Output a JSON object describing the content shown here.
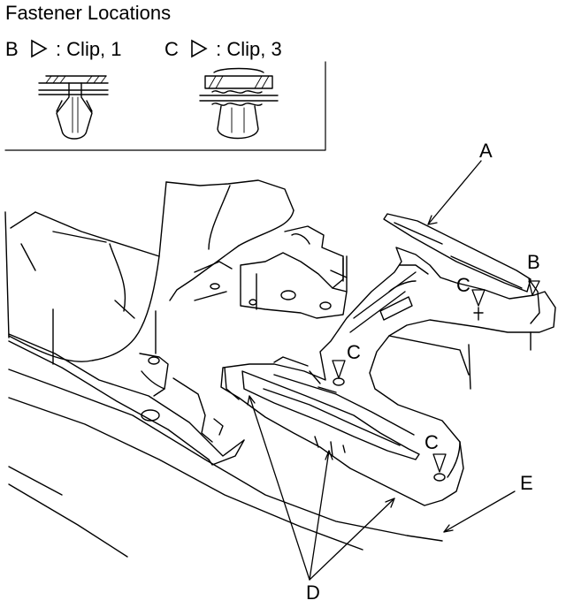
{
  "header": {
    "title": "Fastener Locations"
  },
  "legend": [
    {
      "letter": "B",
      "text": ": Clip, 1"
    },
    {
      "letter": "C",
      "text": ": Clip, 3"
    }
  ],
  "callouts": {
    "a": "A",
    "b": "B",
    "c1": "C",
    "c2": "C",
    "c3": "C",
    "d": "D",
    "e": "E"
  },
  "colors": {
    "line": "#000000",
    "background": "#ffffff"
  }
}
